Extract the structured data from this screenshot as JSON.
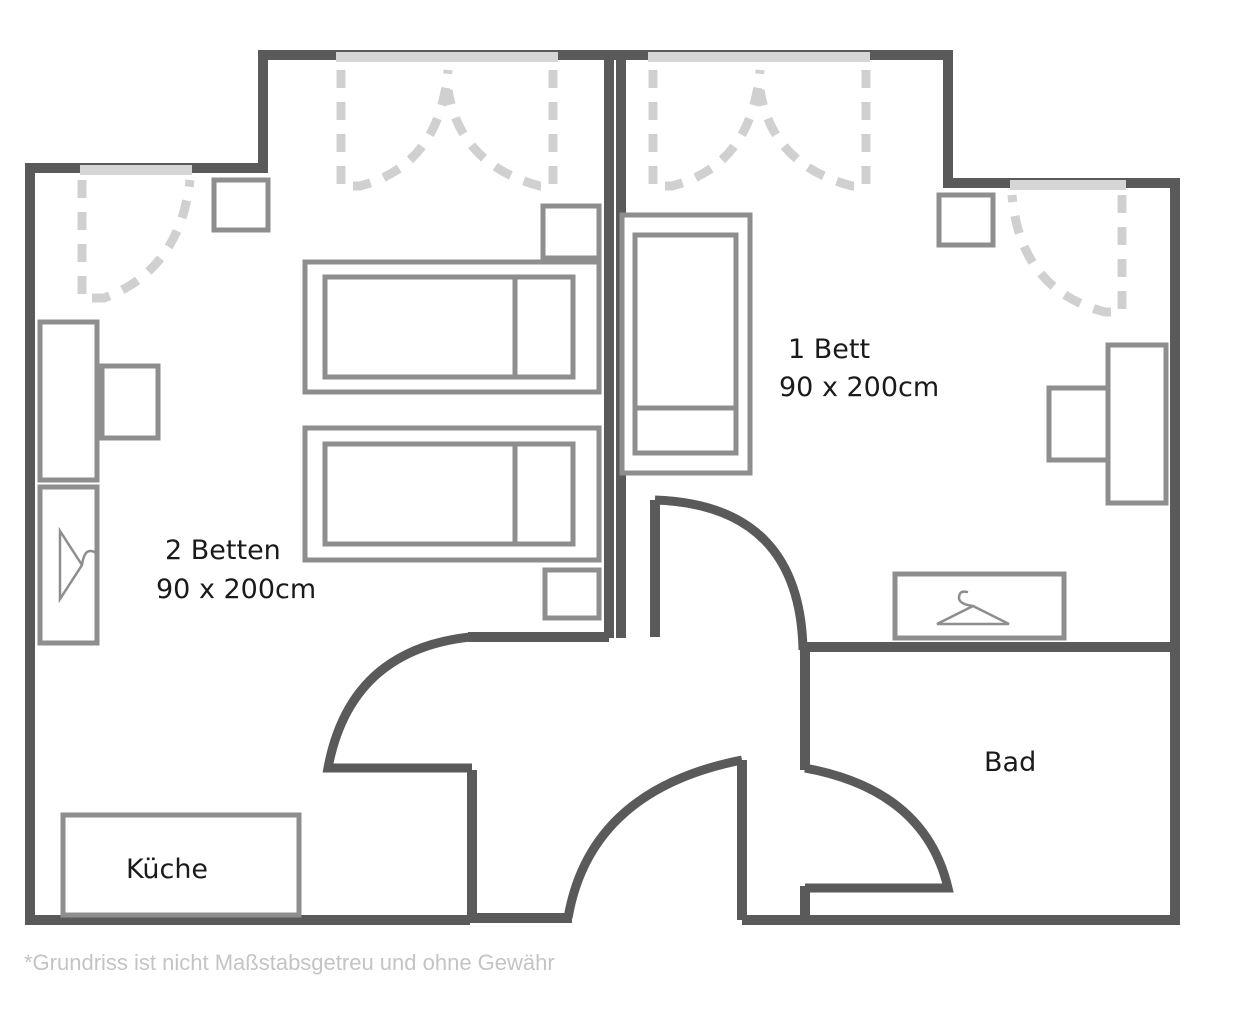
{
  "rooms": {
    "left_room": {
      "line1": "2 Betten",
      "line2": "90 x 200cm"
    },
    "right_room": {
      "line1": "1 Bett",
      "line2": "90 x 200cm"
    },
    "bathroom": {
      "label": "Bad"
    },
    "kitchen": {
      "label": "Küche"
    }
  },
  "footnote": "*Grundriss ist nicht Maßstabsgetreu und ohne Gewähr",
  "colors": {
    "wall": "#5a5a5a",
    "furniture": "#8e8e8e",
    "window": "#d6d6d6",
    "door_swing": "#d0d0d0",
    "footnote": "#c4c4c4"
  }
}
